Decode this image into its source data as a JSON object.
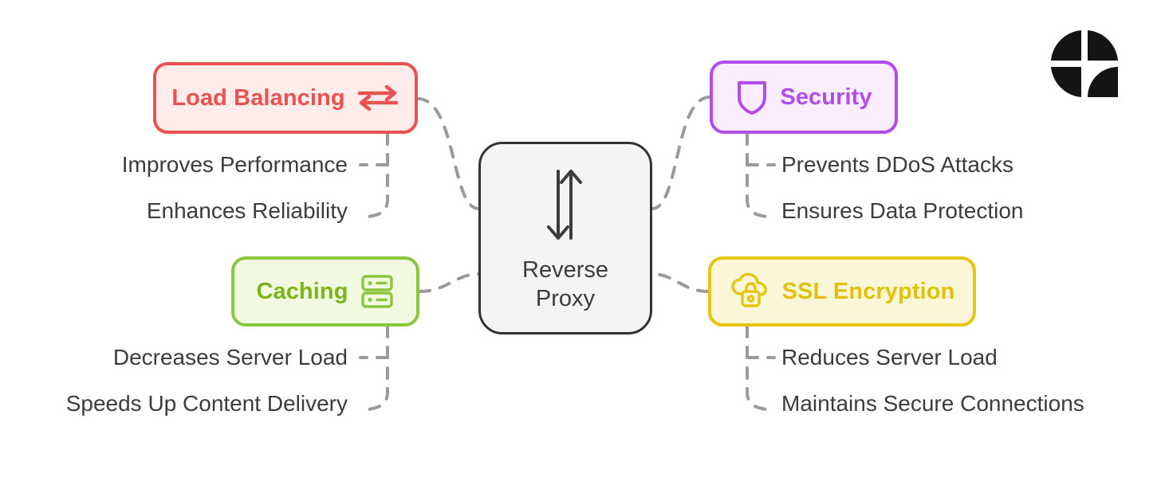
{
  "diagram": {
    "type": "mind-map",
    "center": {
      "label": "Reverse\nProxy",
      "icon": "up-down-arrows-icon",
      "fill": "#f4f4f5",
      "border": "#333333"
    },
    "branches": [
      {
        "id": "load-balancing",
        "label": "Load Balancing",
        "icon": "left-right-arrows-icon",
        "color": "#ea5252",
        "fill": "#fdecea",
        "position": "top-left",
        "children": [
          "Improves Performance",
          "Enhances Reliability"
        ]
      },
      {
        "id": "security",
        "label": "Security",
        "icon": "shield-icon",
        "color": "#b44ceb",
        "fill": "#f9edfe",
        "position": "top-right",
        "children": [
          "Prevents DDoS Attacks",
          "Ensures Data Protection"
        ]
      },
      {
        "id": "caching",
        "label": "Caching",
        "icon": "server-rack-icon",
        "color": "#7cb518",
        "fill": "#f1f9e0",
        "position": "bottom-left",
        "children": [
          "Decreases Server Load",
          "Speeds Up Content Delivery"
        ]
      },
      {
        "id": "ssl-encryption",
        "label": "SSL Encryption",
        "icon": "cloud-lock-icon",
        "color": "#e0c20a",
        "fill": "#fcf6d9",
        "position": "bottom-right",
        "children": [
          "Reduces Server Load",
          "Maintains Secure Connections"
        ]
      }
    ],
    "connector_color": "#9a9a9a",
    "logo": "quadrant-circle-logo"
  }
}
